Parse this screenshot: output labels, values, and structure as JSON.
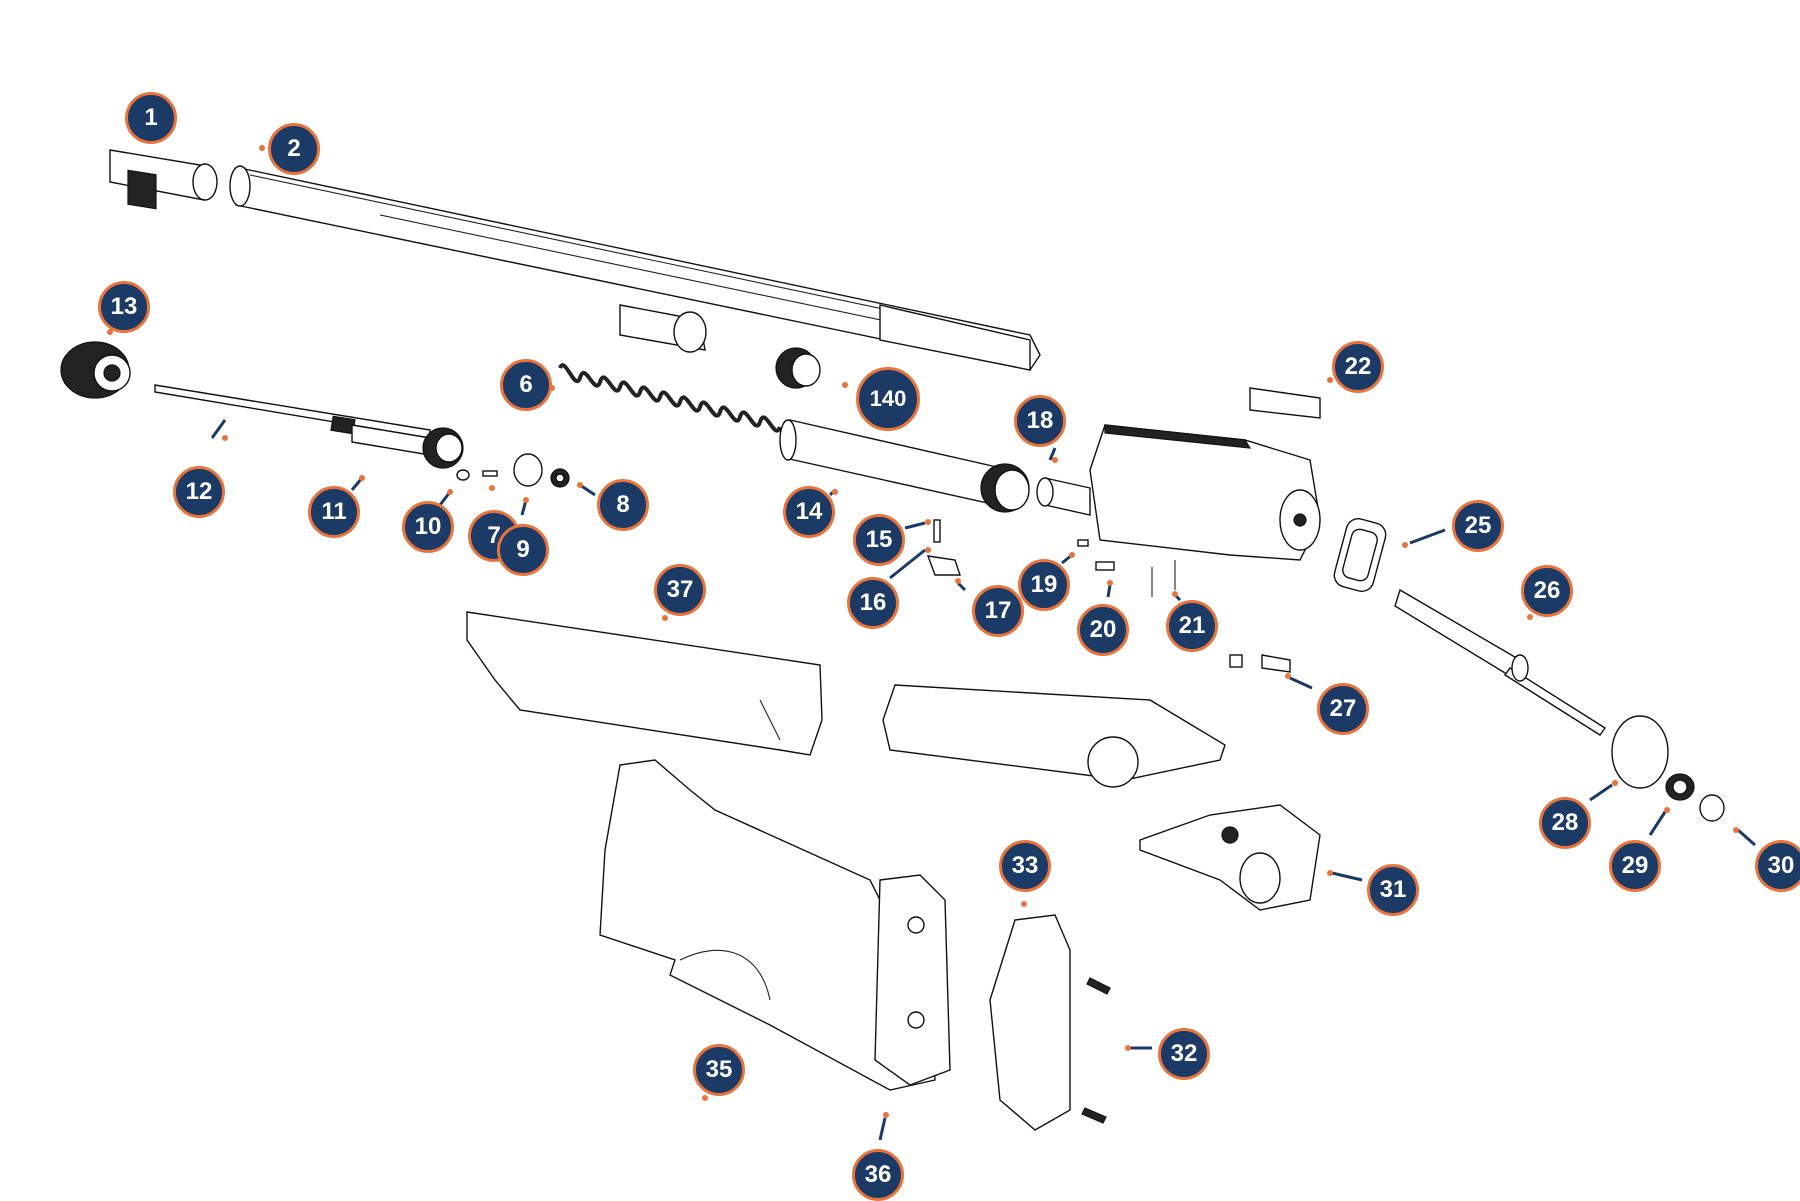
{
  "diagram": {
    "callouts": [
      {
        "id": "callout-1",
        "label": "1"
      },
      {
        "id": "callout-2",
        "label": "2"
      },
      {
        "id": "callout-13",
        "label": "13"
      },
      {
        "id": "callout-6",
        "label": "6"
      },
      {
        "id": "callout-140",
        "label": "140"
      },
      {
        "id": "callout-22",
        "label": "22"
      },
      {
        "id": "callout-18",
        "label": "18"
      },
      {
        "id": "callout-12",
        "label": "12"
      },
      {
        "id": "callout-11",
        "label": "11"
      },
      {
        "id": "callout-10",
        "label": "10"
      },
      {
        "id": "callout-7",
        "label": "7"
      },
      {
        "id": "callout-9",
        "label": "9"
      },
      {
        "id": "callout-8",
        "label": "8"
      },
      {
        "id": "callout-14",
        "label": "14"
      },
      {
        "id": "callout-15",
        "label": "15"
      },
      {
        "id": "callout-16",
        "label": "16"
      },
      {
        "id": "callout-17",
        "label": "17"
      },
      {
        "id": "callout-19",
        "label": "19"
      },
      {
        "id": "callout-20",
        "label": "20"
      },
      {
        "id": "callout-21",
        "label": "21"
      },
      {
        "id": "callout-25",
        "label": "25"
      },
      {
        "id": "callout-26",
        "label": "26"
      },
      {
        "id": "callout-37",
        "label": "37"
      },
      {
        "id": "callout-27",
        "label": "27"
      },
      {
        "id": "callout-28",
        "label": "28"
      },
      {
        "id": "callout-29",
        "label": "29"
      },
      {
        "id": "callout-30",
        "label": "30"
      },
      {
        "id": "callout-33",
        "label": "33"
      },
      {
        "id": "callout-31",
        "label": "31"
      },
      {
        "id": "callout-32",
        "label": "32"
      },
      {
        "id": "callout-35",
        "label": "35"
      },
      {
        "id": "callout-36",
        "label": "36"
      }
    ],
    "colors": {
      "badge_fill": "#1b3a66",
      "badge_ring": "#e8743b",
      "badge_text": "#ffffff",
      "line_art": "#111111"
    }
  }
}
